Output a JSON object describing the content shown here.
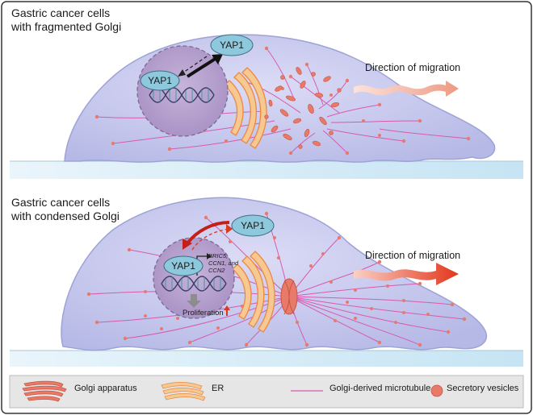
{
  "panels": {
    "top": {
      "title_line1": "Gastric cancer cells",
      "title_line2": "with fragmented Golgi",
      "yap_outside": "YAP1",
      "yap_nucleus": "YAP1",
      "direction_label": "Direction of migration"
    },
    "bottom": {
      "title_line1": "Gastric cancer cells",
      "title_line2": "with condensed Golgi",
      "yap_outside": "YAP1",
      "yap_nucleus": "YAP1",
      "gene_line1": "BRIC5,",
      "gene_line2": "CCN1, and",
      "gene_line3": "CCN2",
      "proliferation": "Proliferation",
      "direction_label": "Direction of migration"
    }
  },
  "legend": {
    "golgi": "Golgi apparatus",
    "er": "ER",
    "microtubule": "Golgi-derived microtubule",
    "vesicles": "Secretory vesicles"
  },
  "colors": {
    "cell_fill": "#c9cbef",
    "cell_stroke": "#9ea3d6",
    "nucleus_fill": "#b8a4cf",
    "yap_fill": "#8ec8dc",
    "golgi": "#e8894a",
    "microtubule": "#d75ab0",
    "vesicle": "#e87a6a",
    "arrow_strong": "#d93a1c"
  }
}
